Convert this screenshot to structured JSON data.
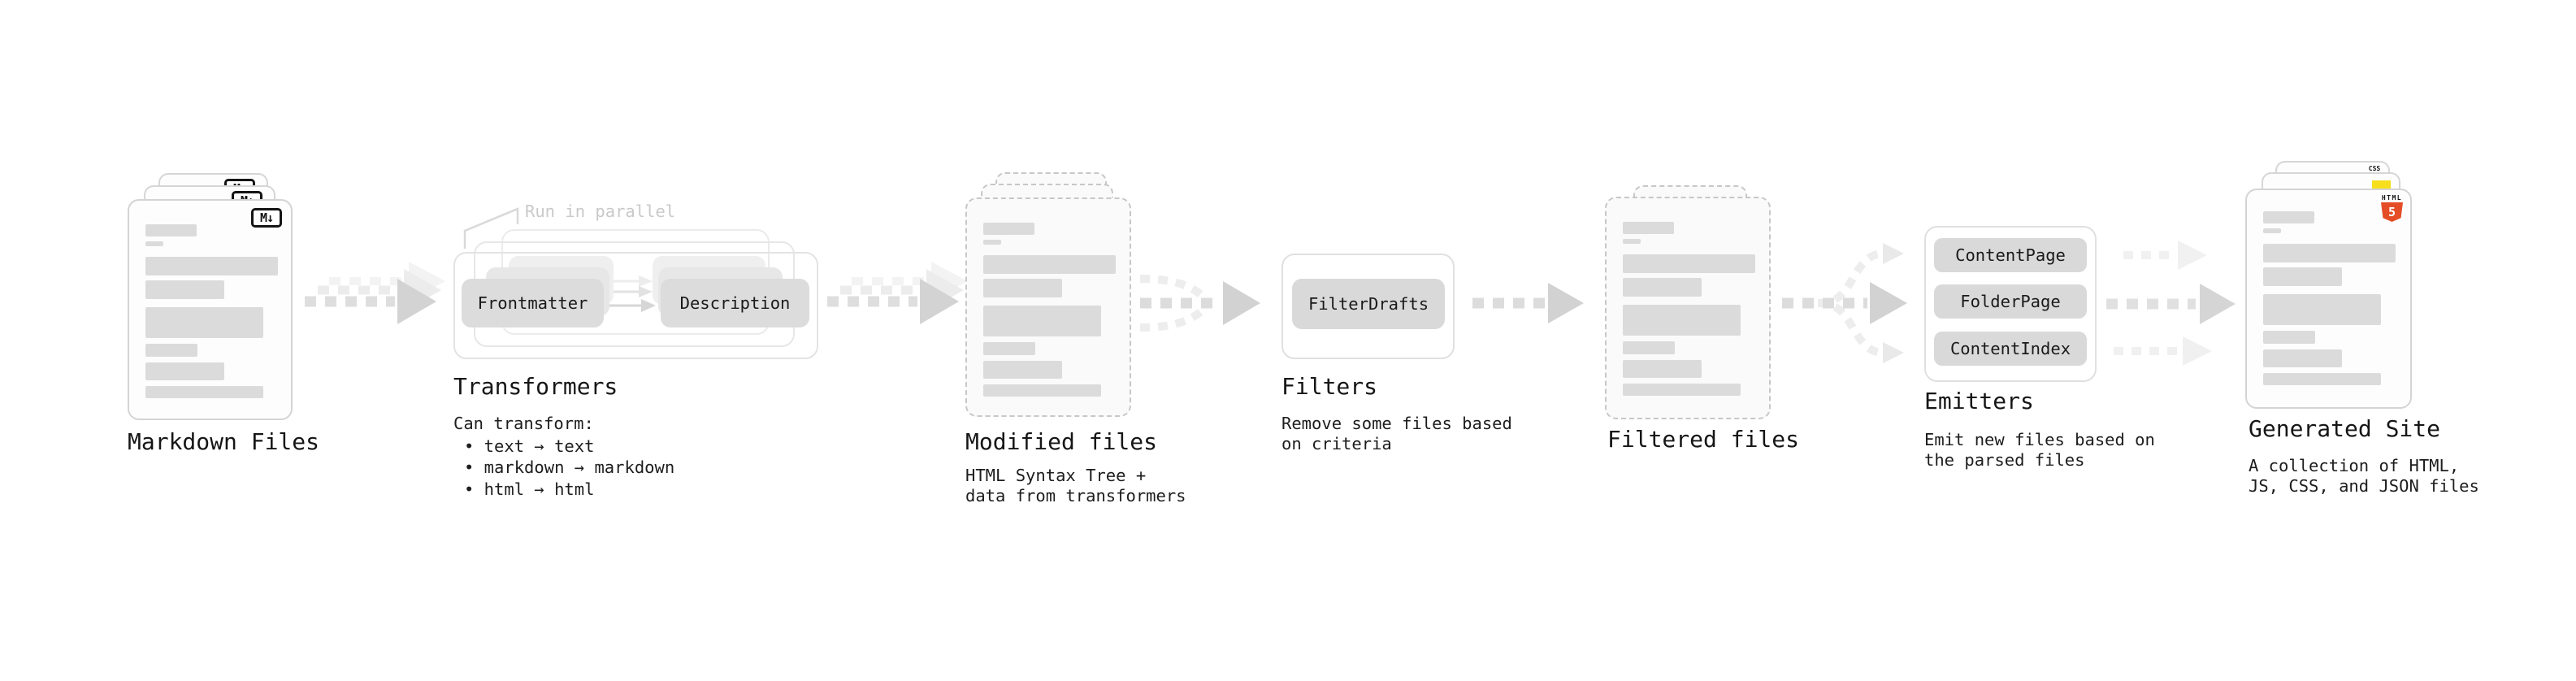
{
  "stages": {
    "markdown_files": {
      "label": "Markdown Files",
      "badge": "M↓"
    },
    "transformers": {
      "label": "Transformers",
      "annotation": "Run in parallel",
      "chip_left": "Frontmatter",
      "chip_right": "Description",
      "desc_title": "Can transform:",
      "bullets": [
        "• text → text",
        "• markdown → markdown",
        "• html → html"
      ]
    },
    "modified_files": {
      "label": "Modified files",
      "desc": [
        "HTML Syntax Tree +",
        "data from transformers"
      ]
    },
    "filters": {
      "label": "Filters",
      "chip": "FilterDrafts",
      "desc": [
        "Remove some files based",
        "on criteria"
      ]
    },
    "filtered_files": {
      "label": "Filtered files"
    },
    "emitters": {
      "label": "Emitters",
      "chips": [
        "ContentPage",
        "FolderPage",
        "ContentIndex"
      ],
      "desc": [
        "Emit new files based on",
        "the parsed files"
      ]
    },
    "generated_site": {
      "label": "Generated Site",
      "badge_css": "CSS",
      "badge_html_word": "HTML",
      "badge_html_five": "5",
      "desc": [
        "A collection of HTML,",
        "JS, CSS, and JSON files"
      ]
    }
  },
  "colors": {
    "html5_orange": "#e44d26",
    "js_yellow": "#f7df1e",
    "css_blue": "#1572b6"
  }
}
